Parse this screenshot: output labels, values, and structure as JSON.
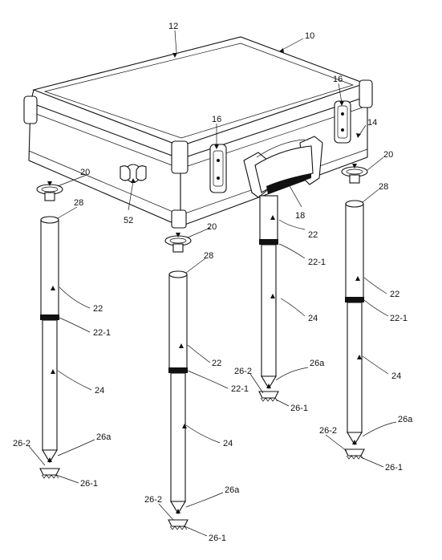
{
  "labels": {
    "case": "10",
    "lid": "12",
    "body": "14",
    "latch": "16",
    "handle": "18",
    "cap": "20",
    "upper_tube": "22",
    "joint_ring": "22-1",
    "lower_tube": "24",
    "foot_tip": "26a",
    "foot_pad": "26-1",
    "foot_joint": "26-2",
    "thread": "28",
    "knob": "52"
  },
  "colors": {
    "line": "#111111",
    "band": "#111111",
    "background": "#ffffff"
  }
}
